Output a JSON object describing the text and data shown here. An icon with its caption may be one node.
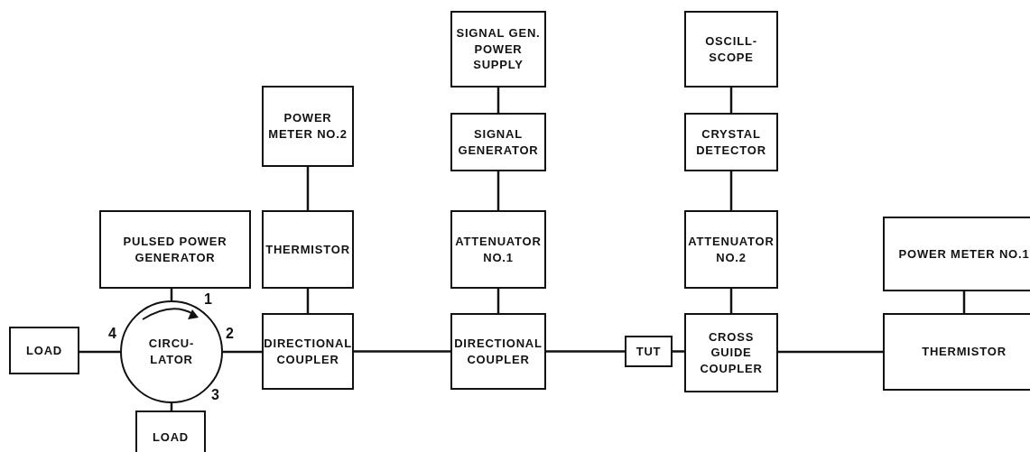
{
  "diagram": {
    "nodes": [
      {
        "text": [
          "SIGNAL GEN. POWER SUPPLY"
        ]
      },
      {
        "text": [
          "OSCILL- SCOPE"
        ]
      },
      {
        "text": [
          "POWER METER NO.2"
        ]
      },
      {
        "text": [
          "SIGNAL GENERATOR"
        ]
      },
      {
        "text": [
          "CRYSTAL DETECTOR"
        ]
      },
      {
        "text": [
          "PULSED POWER GENERATOR"
        ]
      },
      {
        "text": [
          "THERMISTOR"
        ]
      },
      {
        "text": [
          "ATTENUATOR NO.1"
        ]
      },
      {
        "text": [
          "ATTENUATOR NO.2"
        ]
      },
      {
        "text": [
          "POWER METER NO.1"
        ]
      },
      {
        "text": [
          "LOAD"
        ]
      },
      {
        "text": [
          "CIRCU- LATOR"
        ]
      },
      {
        "text": [
          "DIRECTIONAL COUPLER"
        ]
      },
      {
        "text": [
          "DIRECTIONAL COUPLER"
        ]
      },
      {
        "text": [
          "TUT"
        ]
      },
      {
        "text": [
          "CROSS GUIDE COUPLER"
        ]
      },
      {
        "text": [
          "THERMISTOR"
        ]
      },
      {
        "text": [
          "LOAD"
        ]
      }
    ],
    "edges": [
      {
        "from": 0,
        "to": 3,
        "arrow": "none"
      },
      {
        "from": 1,
        "to": 4,
        "arrow": "none"
      },
      {
        "from": 2,
        "to": 6,
        "arrow": "none"
      },
      {
        "from": 3,
        "to": 7,
        "arrow": "none"
      },
      {
        "from": 4,
        "to": 8,
        "arrow": "none"
      },
      {
        "from": 6,
        "to": 12,
        "arrow": "none"
      },
      {
        "from": 7,
        "to": 13,
        "arrow": "none"
      },
      {
        "from": 8,
        "to": 15,
        "arrow": "none"
      },
      {
        "from": 9,
        "to": 16,
        "arrow": "none"
      },
      {
        "from": 5,
        "to": 11,
        "arrow": "none"
      },
      {
        "from": 10,
        "to": 11,
        "arrow": "none"
      },
      {
        "from": 11,
        "to": 12,
        "arrow": "none"
      },
      {
        "from": 11,
        "to": 17,
        "arrow": "none"
      },
      {
        "from": 12,
        "to": 13,
        "arrow": "none"
      },
      {
        "from": 13,
        "to": 14,
        "arrow": "none"
      },
      {
        "from": 14,
        "to": 15,
        "arrow": "none"
      },
      {
        "from": 15,
        "to": 16,
        "arrow": "none"
      }
    ],
    "labels": [
      "1",
      "4",
      "2",
      "3"
    ]
  }
}
